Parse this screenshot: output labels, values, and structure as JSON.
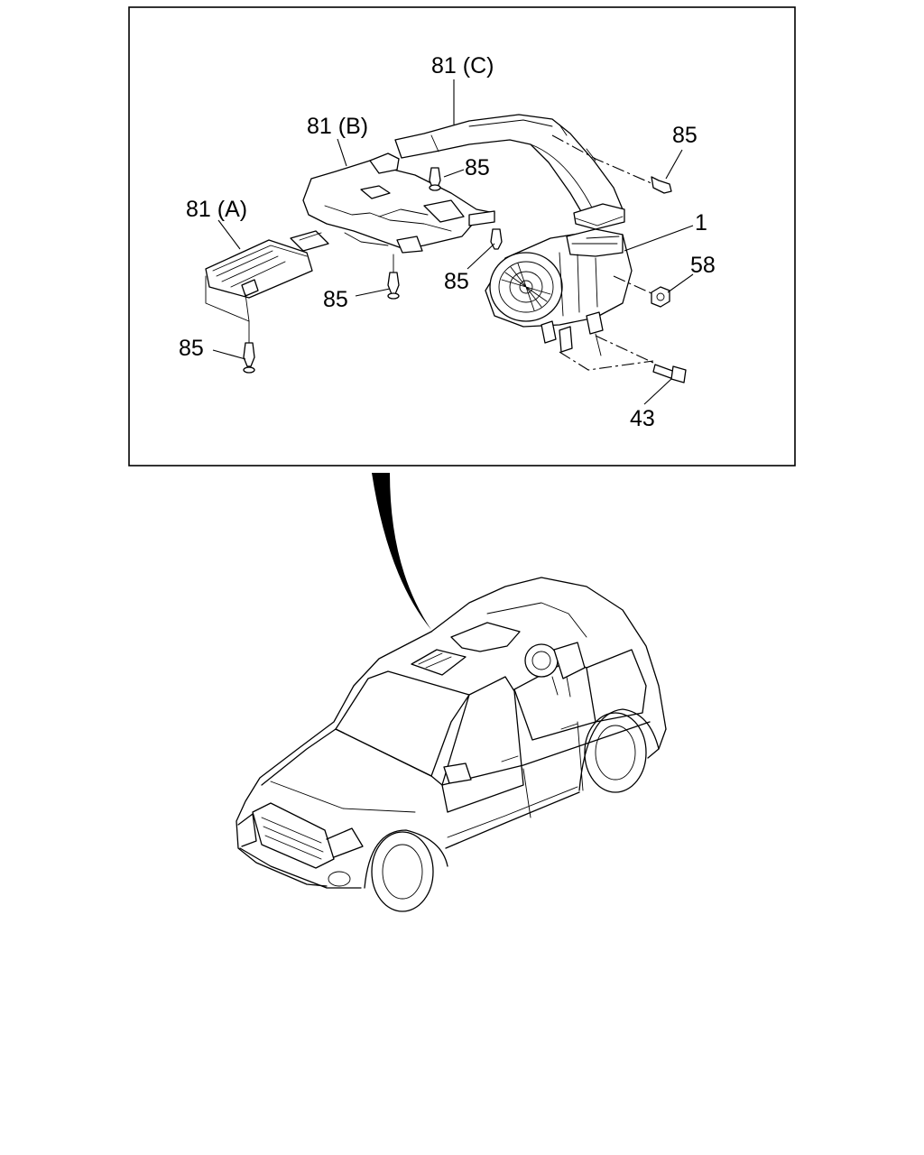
{
  "callouts": {
    "duct_c": "81 (C)",
    "duct_b": "81 (B)",
    "duct_a": "81 (A)",
    "clip_top": "85",
    "clip_right": "85",
    "clip_mid": "85",
    "clip_center": "85",
    "clip_left": "85",
    "blower_unit": "1",
    "nut": "58",
    "bolt": "43"
  }
}
